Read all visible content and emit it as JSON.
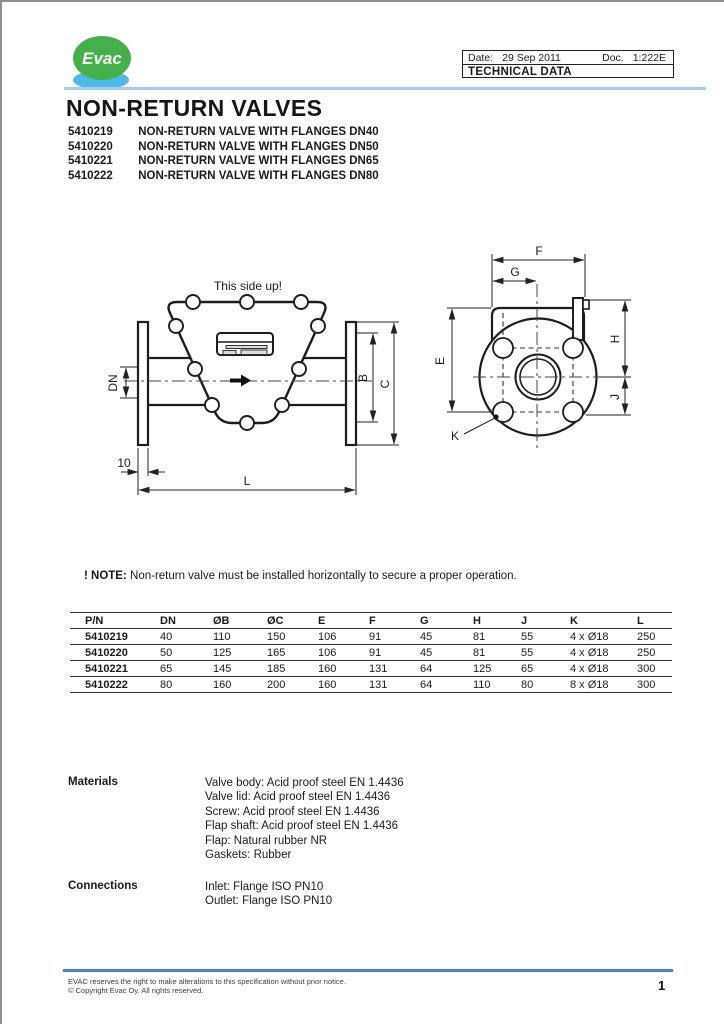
{
  "header": {
    "logo_text": "Evac",
    "date_label": "Date:",
    "date_value": "29 Sep 2011",
    "doc_label": "Doc.",
    "doc_value": "1:222E",
    "doc_type": "TECHNICAL DATA"
  },
  "title": "NON-RETURN VALVES",
  "products": [
    {
      "pn": "5410219",
      "desc": "NON-RETURN VALVE WITH FLANGES DN40"
    },
    {
      "pn": "5410220",
      "desc": "NON-RETURN VALVE WITH FLANGES DN50"
    },
    {
      "pn": "5410221",
      "desc": "NON-RETURN VALVE WITH FLANGES DN65"
    },
    {
      "pn": "5410222",
      "desc": "NON-RETURN VALVE WITH FLANGES DN80"
    }
  ],
  "drawing": {
    "left": {
      "caption": "This side up!",
      "dn": "DN",
      "b": "B",
      "c": "C",
      "thickness": "10",
      "l": "L"
    },
    "right": {
      "f": "F",
      "g": "G",
      "e": "E",
      "h": "H",
      "j": "J",
      "k": "K"
    }
  },
  "note": {
    "prefix": "! NOTE:",
    "text": "Non-return valve must be installed horizontally to secure a proper operation."
  },
  "table": {
    "headers": [
      "P/N",
      "DN",
      "ØB",
      "ØC",
      "E",
      "F",
      "G",
      "H",
      "J",
      "K",
      "L"
    ],
    "rows": [
      [
        "5410219",
        "40",
        "110",
        "150",
        "106",
        "91",
        "45",
        "81",
        "55",
        "4 x Ø18",
        "250"
      ],
      [
        "5410220",
        "50",
        "125",
        "165",
        "106",
        "91",
        "45",
        "81",
        "55",
        "4 x Ø18",
        "250"
      ],
      [
        "5410221",
        "65",
        "145",
        "185",
        "160",
        "131",
        "64",
        "125",
        "65",
        "4 x Ø18",
        "300"
      ],
      [
        "5410222",
        "80",
        "160",
        "200",
        "160",
        "131",
        "64",
        "110",
        "80",
        "8 x Ø18",
        "300"
      ]
    ]
  },
  "materials": {
    "label": "Materials",
    "items": [
      "Valve body: Acid proof steel EN 1.4436",
      "Valve lid: Acid proof steel EN 1.4436",
      "Screw: Acid proof steel EN 1.4436",
      "Flap shaft: Acid proof steel EN 1.4436",
      "Flap: Natural rubber NR",
      "Gaskets: Rubber"
    ]
  },
  "connections": {
    "label": "Connections",
    "items": [
      "Inlet: Flange ISO PN10",
      "Outlet: Flange ISO PN10"
    ]
  },
  "footer": {
    "line1": "EVAC reserves the right to make alterations to this specification without prior notice.",
    "line2": "© Copyright Evac Oy. All rights reserved.",
    "page": "1"
  },
  "colors": {
    "logo_green": "#44b049",
    "logo_blue": "#4db9e8",
    "header_rule": "#a7cbec",
    "footer_rule": "#4a80c2"
  }
}
